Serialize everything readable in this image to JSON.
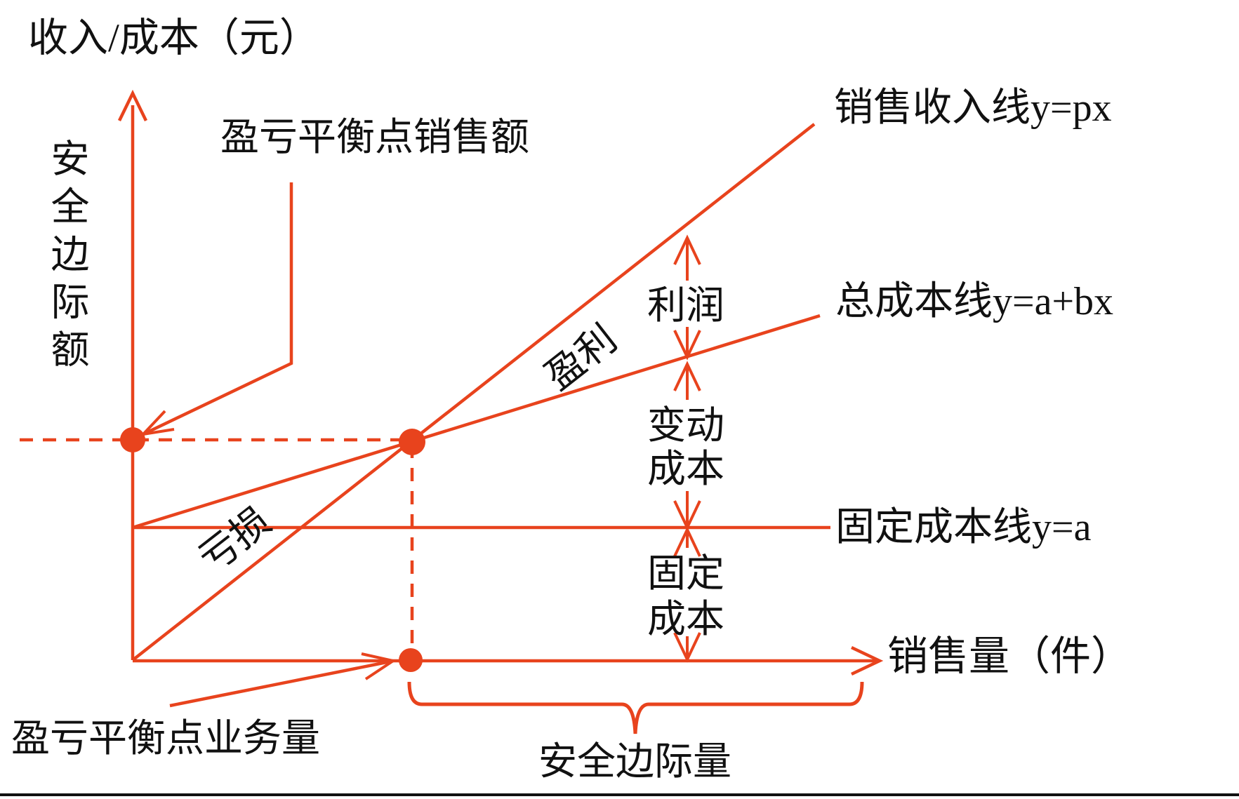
{
  "colors": {
    "accent": "#e8431d",
    "ink": "#111111",
    "background": "#ffffff"
  },
  "labels": {
    "y_axis_title": "收入/成本（元）",
    "x_axis_title": "销售量（件）",
    "revenue_line": "销售收入线y=px",
    "total_cost_line": "总成本线y=a+bx",
    "fixed_cost_line": "固定成本线y=a",
    "bep_sales": "盈亏平衡点销售额",
    "bep_volume": "盈亏平衡点业务量",
    "safety_margin_amount": "安全边际额",
    "safety_margin_quantity": "安全边际量",
    "profit_region": "盈利",
    "loss_region": "亏损",
    "profit_gap": "利润",
    "variable_cost": [
      "变动",
      "成本"
    ],
    "fixed_cost": [
      "固定",
      "成本"
    ]
  },
  "diagram": {
    "type": "break-even (CVP) diagram",
    "lines": [
      {
        "name": "sales-revenue-line",
        "equation": "y=px",
        "from": "origin",
        "style": "solid"
      },
      {
        "name": "total-cost-line",
        "equation": "y=a+bx",
        "from": "fixed-cost intercept",
        "style": "solid"
      },
      {
        "name": "fixed-cost-line",
        "equation": "y=a",
        "style": "solid horizontal"
      }
    ],
    "points": [
      {
        "name": "break-even-point",
        "note": "intersection of revenue and total cost lines"
      },
      {
        "name": "break-even-sales-on-y-axis"
      },
      {
        "name": "break-even-volume-on-x-axis"
      }
    ],
    "regions": [
      {
        "name": "profit-region",
        "label": "盈利"
      },
      {
        "name": "loss-region",
        "label": "亏损"
      }
    ]
  }
}
